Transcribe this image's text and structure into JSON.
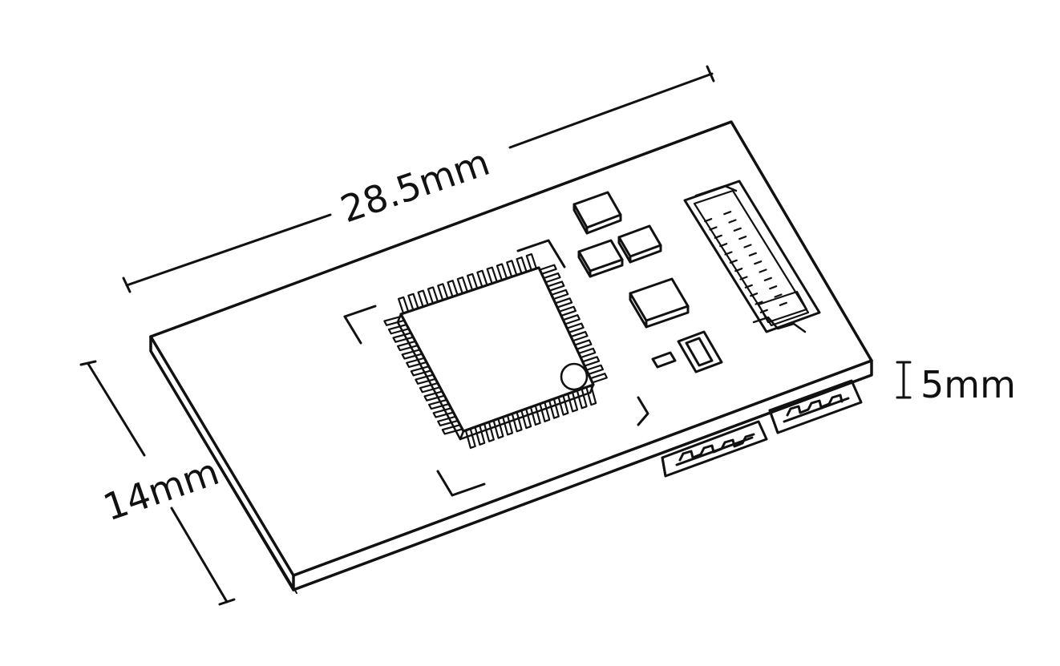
{
  "diagram": {
    "dimensions": {
      "length": "28.5mm",
      "width": "14mm",
      "height": "5mm"
    }
  }
}
